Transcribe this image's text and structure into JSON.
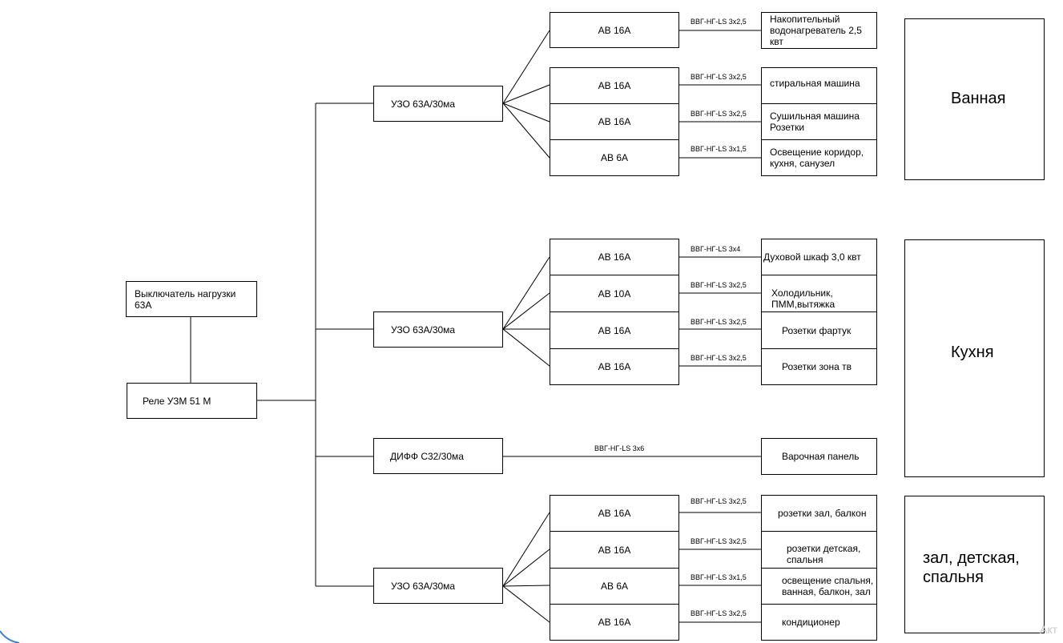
{
  "main_switch": "Выключатель нагрузки\n63А",
  "relay": "Реле УЗМ 51 М",
  "groups": [
    {
      "protector": "УЗО 63А/30ма",
      "room": "Ванная",
      "circuits": [
        {
          "breaker": "АВ 16А",
          "cable": "ВВГ-НГ-LS  3х2,5",
          "load": "Накопительный\nводонагреватель 2,5\nквт"
        },
        {
          "breaker": "АВ 16А",
          "cable": "ВВГ-НГ-LS  3х2,5",
          "load": "стиральная машина"
        },
        {
          "breaker": "АВ 16А",
          "cable": "ВВГ-НГ-LS  3х2,5",
          "load": "Сушильная машина\nРозетки"
        },
        {
          "breaker": "АВ 6А",
          "cable": "ВВГ-НГ-LS  3х1,5",
          "load": "Освещение коридор,\nкухня, санузел"
        }
      ]
    },
    {
      "protector": "УЗО 63А/30ма",
      "room": "Кухня",
      "circuits": [
        {
          "breaker": "АВ 16А",
          "cable": "ВВГ-НГ-LS  3х4",
          "load": "Духовой шкаф  3,0 квт"
        },
        {
          "breaker": "АВ 10А",
          "cable": "ВВГ-НГ-LS  3х2,5",
          "load": "Холодильник,\nПММ,вытяжка"
        },
        {
          "breaker": "АВ 16А",
          "cable": "ВВГ-НГ-LS  3х2,5",
          "load": "Розетки фартук"
        },
        {
          "breaker": "АВ 16А",
          "cable": "ВВГ-НГ-LS  3х2,5",
          "load": "Розетки зона тв"
        }
      ]
    },
    {
      "protector": "ДИФФ С32/30ма",
      "cable": "ВВГ-НГ-LS  3х6",
      "load": "Варочная панель"
    },
    {
      "protector": "УЗО 63А/30ма",
      "room": "зал, детская,\nспальня",
      "circuits": [
        {
          "breaker": "АВ 16А",
          "cable": "ВВГ-НГ-LS  3х2,5",
          "load": "розетки зал, балкон"
        },
        {
          "breaker": "АВ 16А",
          "cable": "ВВГ-НГ-LS  3х2,5",
          "load": "розетки детская,\nспальня"
        },
        {
          "breaker": "АВ 6А",
          "cable": "ВВГ-НГ-LS  3х1,5",
          "load": "освещение спальня,\nванная, балкон, зал"
        },
        {
          "breaker": "АВ 16А",
          "cable": "ВВГ-НГ-LS  3х2,5",
          "load": "кондиционер"
        }
      ]
    }
  ],
  "watermark": "Акт"
}
